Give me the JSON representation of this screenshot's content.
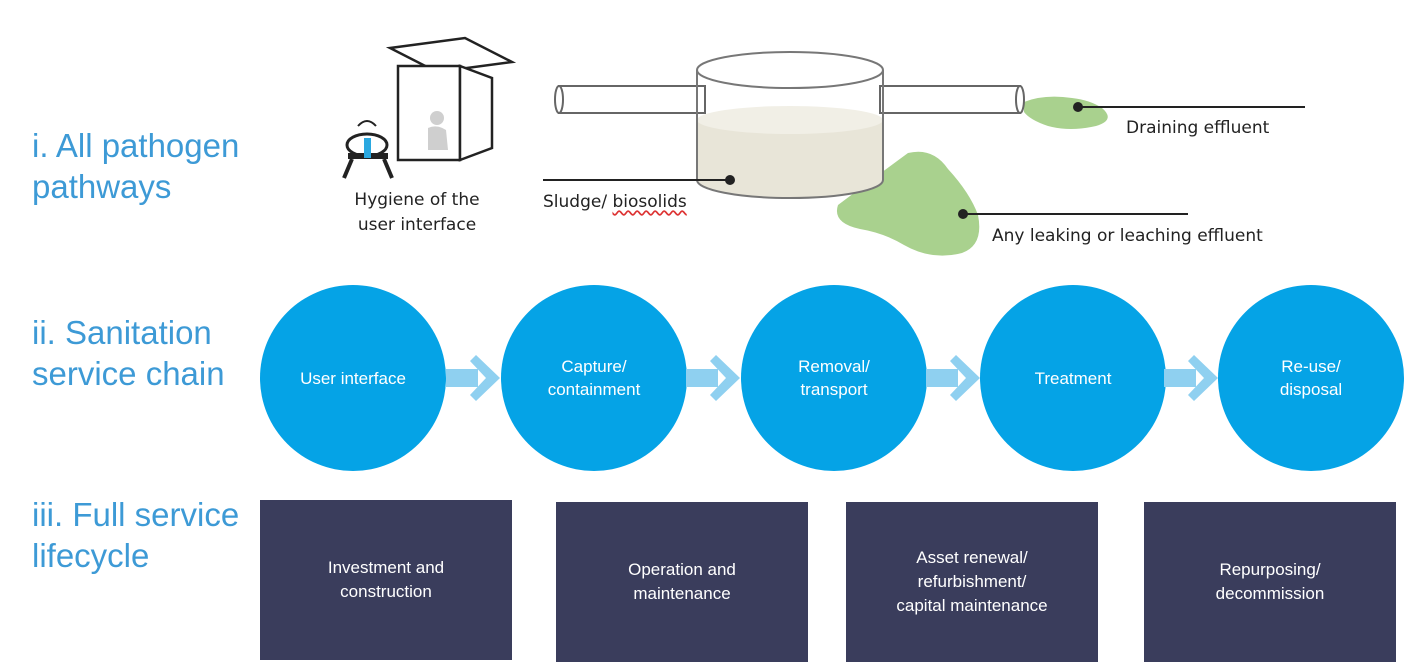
{
  "rows": {
    "pathways_label": "i. All pathogen\npathways",
    "chain_label": "ii. Sanitation\nservice chain",
    "lifecycle_label": "iii. Full service\nlifecycle"
  },
  "illustration": {
    "hygiene_caption": "Hygiene of the\nuser interface",
    "sludge_prefix": "Sludge/ ",
    "sludge_word": "biosolids",
    "draining": "Draining effluent",
    "leaking": "Any leaking or leaching effluent"
  },
  "chain": [
    "User interface",
    "Capture/\ncontainment",
    "Removal/\ntransport",
    "Treatment",
    "Re-use/\ndisposal"
  ],
  "lifecycle": [
    "Investment and\nconstruction",
    "Operation and\nmaintenance",
    "Asset renewal/\nrefurbishment/\ncapital maintenance",
    "Repurposing/\ndecommission"
  ],
  "colors": {
    "label_blue": "#3d9ad6",
    "circle_blue": "#05a3e6",
    "arrow_blue": "#8fd0f0",
    "box_navy": "#3a3d5c",
    "effluent_green": "#a9d18e"
  }
}
